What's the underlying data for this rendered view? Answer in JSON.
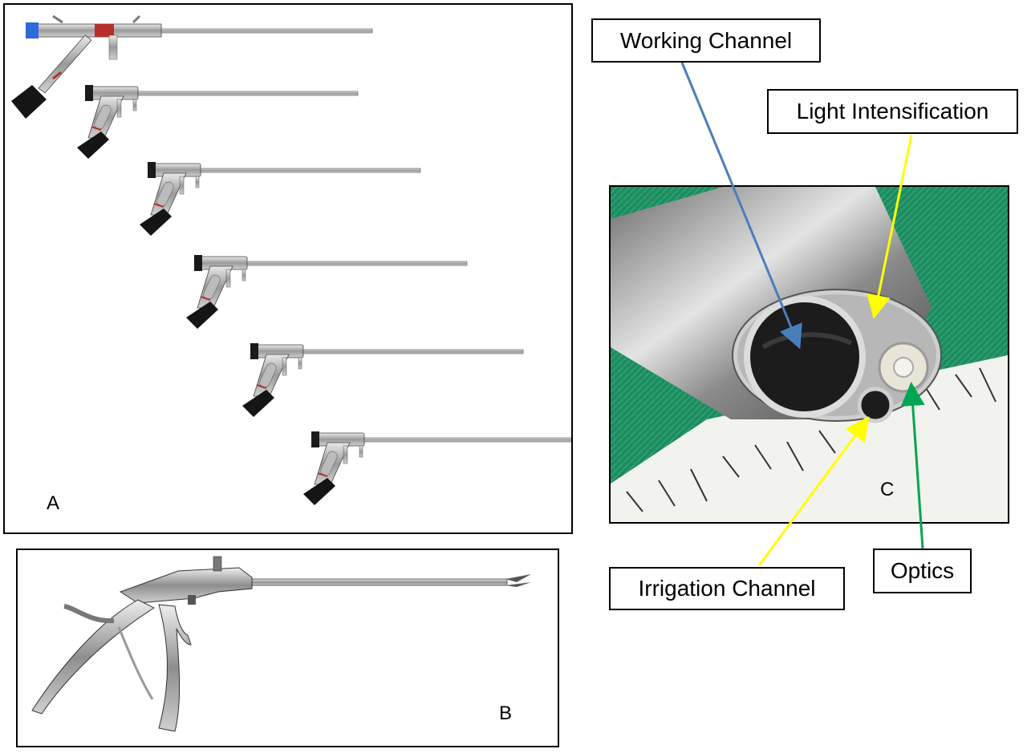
{
  "figure": {
    "panels": {
      "a": {
        "letter": "A"
      },
      "b": {
        "letter": "B"
      },
      "c": {
        "letter": "C"
      }
    },
    "callouts": {
      "working_channel": "Working Channel",
      "light_intensification": "Light Intensification",
      "irrigation_channel": "Irrigation Channel",
      "optics": "Optics"
    },
    "colors": {
      "working_channel_arrow": "#4a7ebb",
      "light_intensification_arrow": "#ffff00",
      "irrigation_channel_arrow": "#ffff00",
      "optics_arrow": "#00a651",
      "drape_green": "#1f8a5e"
    }
  }
}
